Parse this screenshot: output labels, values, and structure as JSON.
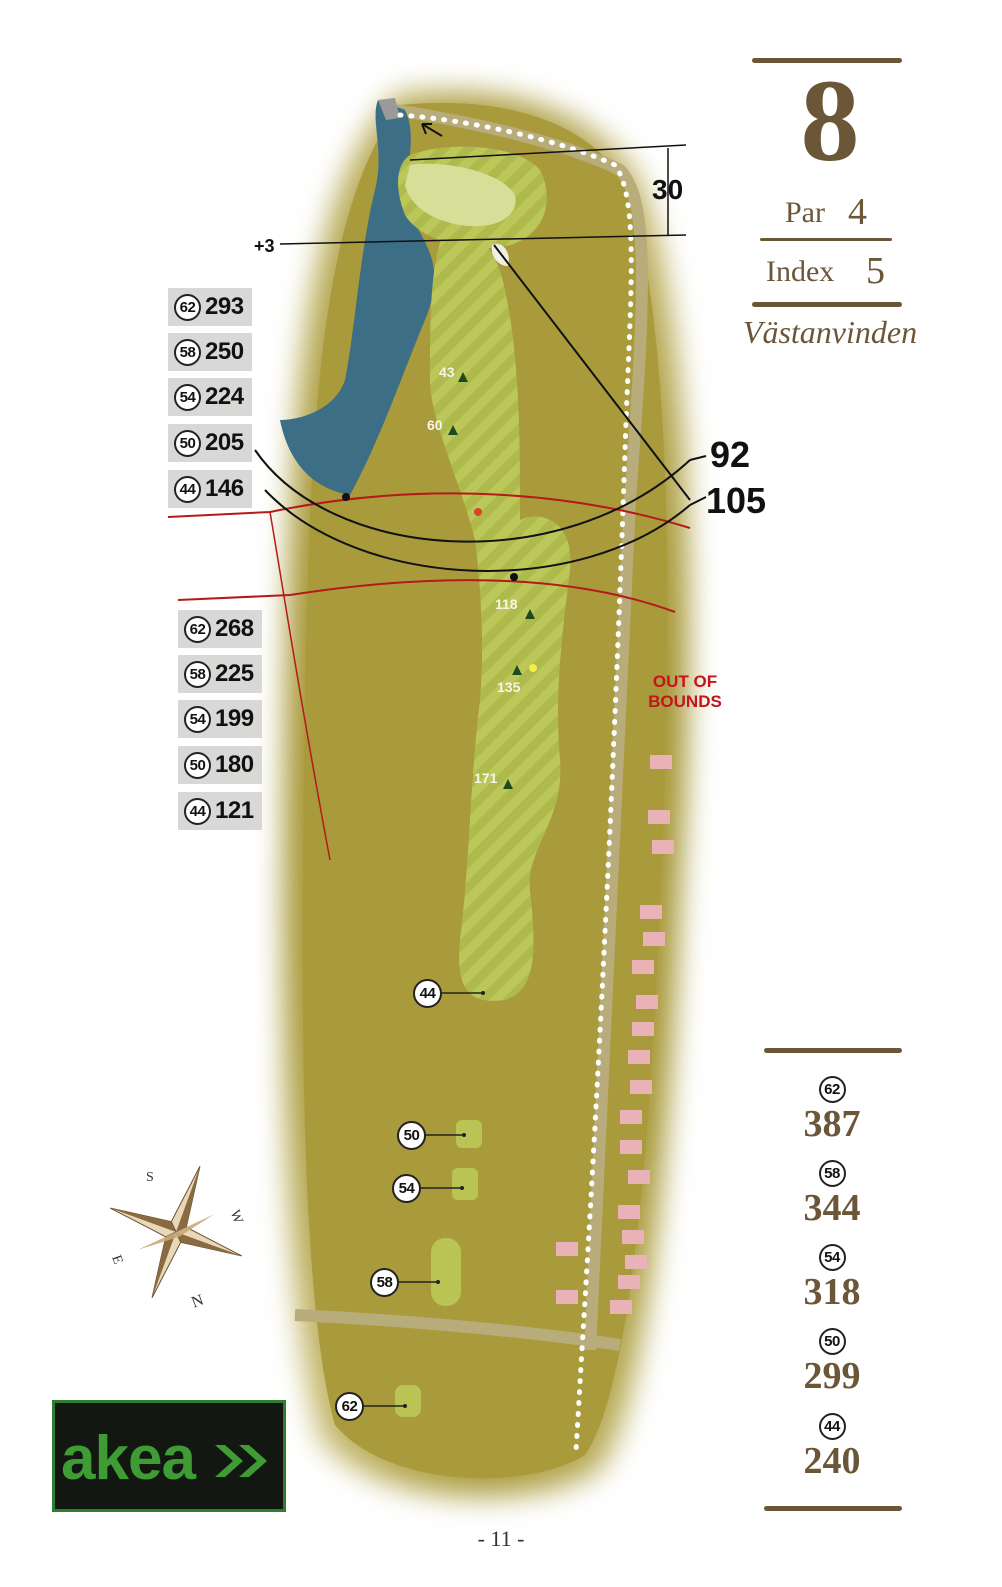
{
  "hole": {
    "number": "8",
    "par_label": "Par",
    "par": "4",
    "index_label": "Index",
    "index": "5",
    "name": "Västanvinden"
  },
  "green_depth": "30",
  "green_offset": "+3",
  "carry_distances": {
    "first": "92",
    "second": "105"
  },
  "out_of_bounds": {
    "line1": "OUT OF",
    "line2": "BOUNDS"
  },
  "upper_distances": [
    {
      "tee": "62",
      "value": "293"
    },
    {
      "tee": "58",
      "value": "250"
    },
    {
      "tee": "54",
      "value": "224"
    },
    {
      "tee": "50",
      "value": "205"
    },
    {
      "tee": "44",
      "value": "146"
    }
  ],
  "lower_distances": [
    {
      "tee": "62",
      "value": "268"
    },
    {
      "tee": "58",
      "value": "225"
    },
    {
      "tee": "54",
      "value": "199"
    },
    {
      "tee": "50",
      "value": "180"
    },
    {
      "tee": "44",
      "value": "121"
    }
  ],
  "fairway_markers": [
    "43",
    "60",
    "118",
    "135",
    "171"
  ],
  "tees_on_map": [
    "44",
    "50",
    "54",
    "58",
    "62"
  ],
  "totals": [
    {
      "tee": "62",
      "value": "387"
    },
    {
      "tee": "58",
      "value": "344"
    },
    {
      "tee": "54",
      "value": "318"
    },
    {
      "tee": "50",
      "value": "299"
    },
    {
      "tee": "44",
      "value": "240"
    }
  ],
  "compass": {
    "s": "S",
    "w": "W",
    "e": "E",
    "n": "N"
  },
  "logo_text": "akea",
  "page_number": "- 11 -",
  "colors": {
    "brown": "#6b5638",
    "oob_red": "#c4141c",
    "rough": "#a99a3c",
    "fairway": "#b9c557",
    "water": "#3c6e86",
    "logo_green": "#3f9c35"
  }
}
